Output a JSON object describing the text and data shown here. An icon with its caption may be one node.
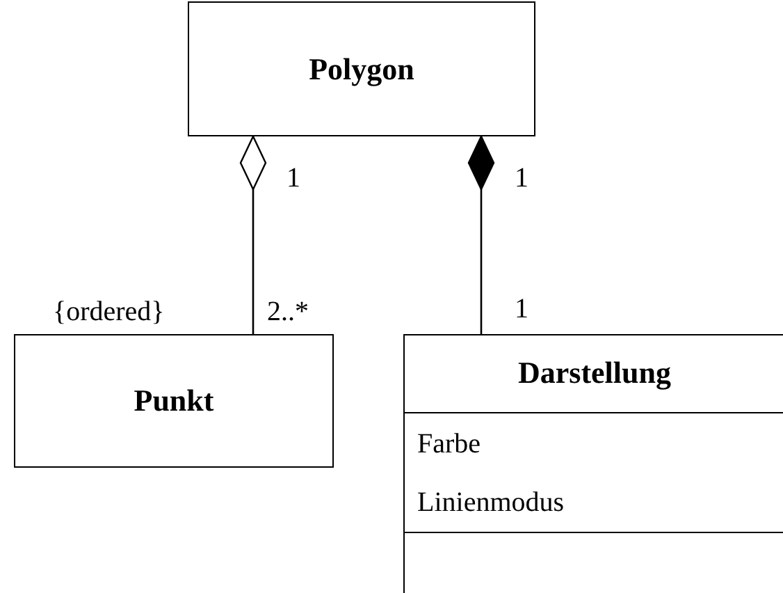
{
  "diagram": {
    "nodes": [
      {
        "text": [
          "Polygon"
        ]
      },
      {
        "text": [
          "Punkt"
        ]
      },
      {
        "text": [
          "Darstellung",
          "Farbe",
          "Linienmodus"
        ]
      }
    ],
    "edges": [
      {
        "from": 0,
        "to": 1,
        "arrow": "other"
      },
      {
        "from": 0,
        "to": 2,
        "arrow": "other"
      }
    ],
    "labels": [
      "1",
      "1",
      "{ordered}",
      "2..*",
      "1"
    ]
  }
}
